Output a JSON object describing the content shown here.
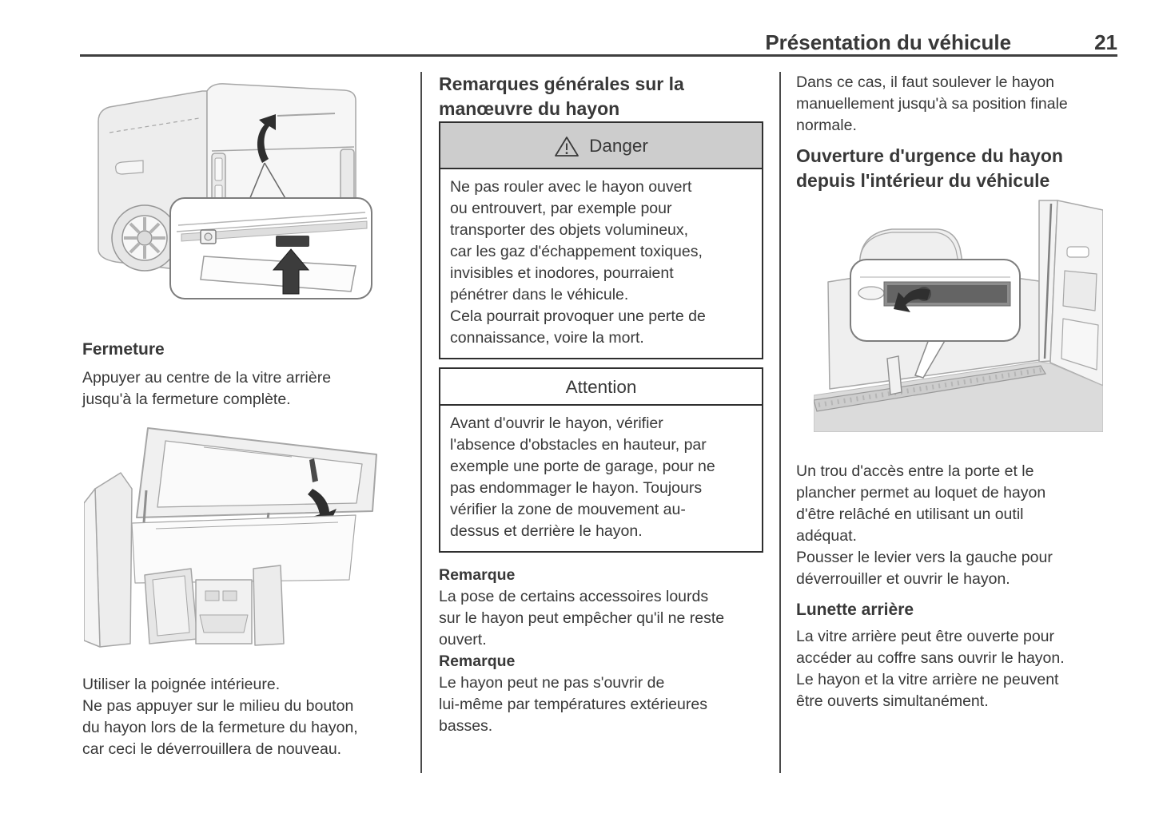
{
  "colors": {
    "text": "#383838",
    "danger_header_bg": "#cdcdcd",
    "box_border": "#2f2f2f",
    "rule": "#3f3f3f"
  },
  "header": {
    "title": "Présentation du véhicule",
    "page_number": "21"
  },
  "left_column": {
    "illustration_rear": "van-rear-with-tailgate-button-inset",
    "fermeture": {
      "heading": "Fermeture",
      "body": "Appuyer au centre de la vitre arrière\njusqu'à la fermeture complète."
    },
    "illustration_open": "tailgate-open-side-view",
    "handle_body": "Utiliser la poignée intérieure.\nNe pas appuyer sur le milieu du bouton\ndu hayon lors de la fermeture du hayon,\ncar ceci le déverrouillera de nouveau."
  },
  "middle_column": {
    "heading": "Remarques générales sur la\nmanœuvre du hayon",
    "danger_box": {
      "icon": "warning-triangle-icon",
      "title": "Danger",
      "body": "Ne pas rouler avec le hayon ouvert\nou entrouvert, par exemple pour\ntransporter des objets volumineux,\ncar les gaz d'échappement toxiques,\ninvisibles et inodores, pourraient\npénétrer dans le véhicule.\nCela pourrait provoquer une perte de\nconnaissance, voire la mort."
    },
    "attention_box": {
      "title": "Attention",
      "body": "Avant d'ouvrir le hayon, vérifier\nl'absence d'obstacles en hauteur, par\nexemple une porte de garage, pour ne\npas endommager le hayon. Toujours\nvérifier la zone de mouvement au-\ndessus et derrière le hayon."
    },
    "remark_1": {
      "label": "Remarque",
      "body": "La pose de certains accessoires lourds\nsur le hayon peut empêcher qu'il ne reste\nouvert."
    },
    "remark_2": {
      "label": "Remarque",
      "body": "Le hayon peut ne pas s'ouvrir de\nlui-même par températures extérieures\nbasses."
    }
  },
  "right_column": {
    "intro": "Dans ce cas, il faut soulever le hayon\nmanuellement jusqu'à sa position finale\nnormale.",
    "emergency_heading": "Ouverture d'urgence du hayon\ndepuis l'intérieur du véhicule",
    "illustration_lever": "cargo-sill-release-lever-inset",
    "access_body": "Un trou d'accès entre la porte et le\nplancher permet au loquet de hayon\nd'être relâché en utilisant un outil\nadéquat.\nPousser le levier vers la gauche pour\ndéverrouiller et ouvrir le hayon.",
    "rear_window": {
      "heading": "Lunette arrière",
      "body": "La vitre arrière peut être ouverte pour\naccéder au coffre sans ouvrir le hayon.\nLe hayon et la vitre arrière ne peuvent\nêtre ouverts simultanément."
    }
  }
}
